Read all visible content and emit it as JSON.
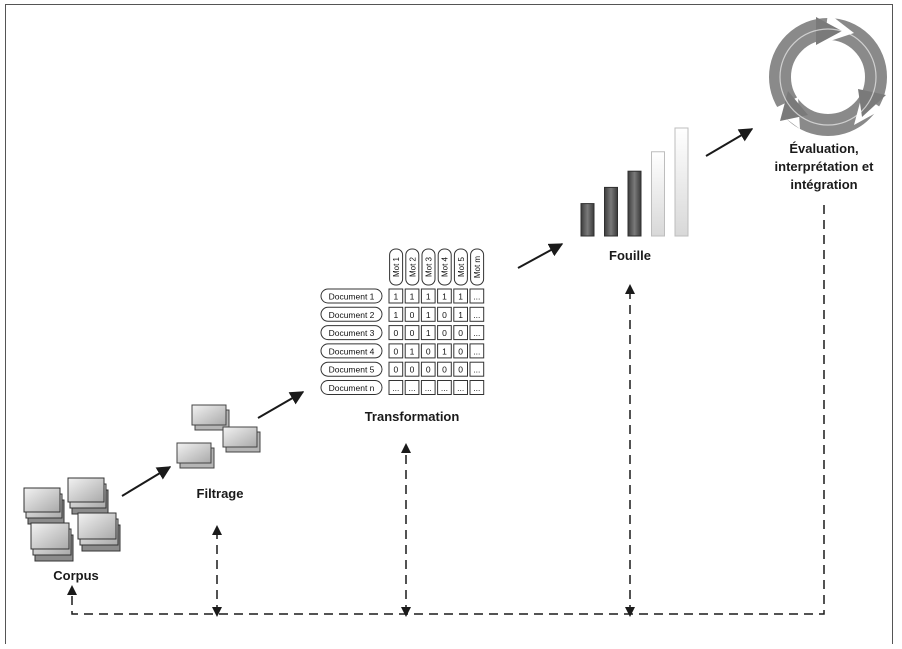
{
  "stages": {
    "corpus": "Corpus",
    "filtrage": "Filtrage",
    "transformation": "Transformation",
    "fouille": "Fouille",
    "evaluation": [
      "Évaluation,",
      "interprétation et",
      "intégration"
    ]
  },
  "matrix": {
    "columns": [
      "Mot 1",
      "Mot 2",
      "Mot 3",
      "Mot 4",
      "Mot 5",
      "Mot m"
    ],
    "rows": [
      {
        "label": "Document 1",
        "cells": [
          "1",
          "1",
          "1",
          "1",
          "1",
          "..."
        ]
      },
      {
        "label": "Document 2",
        "cells": [
          "1",
          "0",
          "1",
          "0",
          "1",
          "..."
        ]
      },
      {
        "label": "Document 3",
        "cells": [
          "0",
          "0",
          "1",
          "0",
          "0",
          "..."
        ]
      },
      {
        "label": "Document 4",
        "cells": [
          "0",
          "1",
          "0",
          "1",
          "0",
          "..."
        ]
      },
      {
        "label": "Document 5",
        "cells": [
          "0",
          "0",
          "0",
          "0",
          "0",
          "..."
        ]
      },
      {
        "label": "Document n",
        "cells": [
          "...",
          "...",
          "...",
          "...",
          "...",
          "..."
        ]
      }
    ]
  },
  "bar_icon_levels": [
    0.3,
    0.45,
    0.6,
    0.78,
    1.0
  ],
  "colors": {
    "line": "#1a1a1a",
    "bar_dark": "#555555",
    "bar_light": "#e6e6e6",
    "cycle": "#8a8a8a",
    "paper": "#cfcfcf"
  },
  "icons": {
    "corpus": "document-stack-icon",
    "filtrage": "filtered-documents-icon",
    "fouille": "bar-chart-icon",
    "evaluation": "cycle-arrows-icon"
  }
}
